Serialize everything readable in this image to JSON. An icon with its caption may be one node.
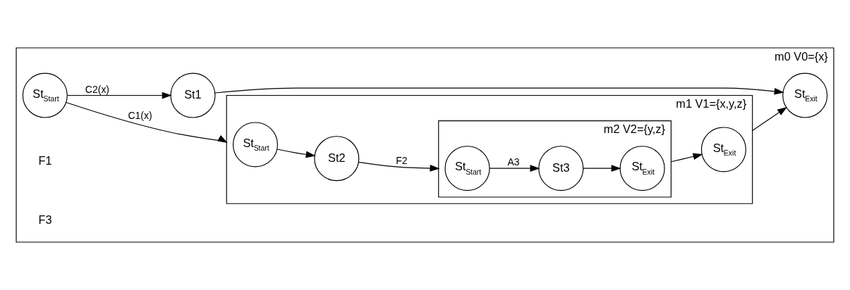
{
  "diagram": {
    "nodes": [
      {
        "text": [
          "m0 V0={x}"
        ]
      },
      {
        "text": [
          "m1 V1={x,y,z}"
        ],
        "in": 0
      },
      {
        "text": [
          "St$_{Start}$"
        ],
        "in": 1
      },
      {
        "text": [
          "St2"
        ],
        "in": 1
      },
      {
        "text": [
          "m2 V2={y,z}"
        ],
        "in": 1
      },
      {
        "text": [
          "St$_{Start}$"
        ],
        "in": 4
      },
      {
        "text": [
          "St3"
        ],
        "in": 4
      },
      {
        "text": [
          "St$_{Exit}$"
        ],
        "in": 4
      },
      {
        "text": [
          "St$_{Exit}$"
        ],
        "in": 1
      },
      {
        "text": [
          "St$_{Start}$"
        ],
        "in": 0
      },
      {
        "text": [
          "St1"
        ],
        "in": 0
      },
      {
        "text": [
          "St$_{Exit}$"
        ],
        "in": 0
      }
    ],
    "edges": [
      {
        "from": 9,
        "to": 1,
        "arrow": "to",
        "label": "C1(x)"
      },
      {
        "from": 2,
        "to": 3,
        "arrow": "to"
      },
      {
        "from": 3,
        "to": 4,
        "arrow": "to",
        "label": "F2"
      },
      {
        "from": 5,
        "to": 6,
        "arrow": "to",
        "label": "A3"
      },
      {
        "from": 6,
        "to": 7,
        "arrow": "to"
      },
      {
        "from": 4,
        "to": 8,
        "arrow": "to"
      },
      {
        "from": 1,
        "to": 11,
        "arrow": "to"
      },
      {
        "from": 9,
        "to": 10,
        "arrow": "to",
        "label": "C2(x)"
      },
      {
        "from": 10,
        "to": 11,
        "arrow": "to"
      }
    ],
    "labels": [
      "F1",
      "F3"
    ]
  }
}
